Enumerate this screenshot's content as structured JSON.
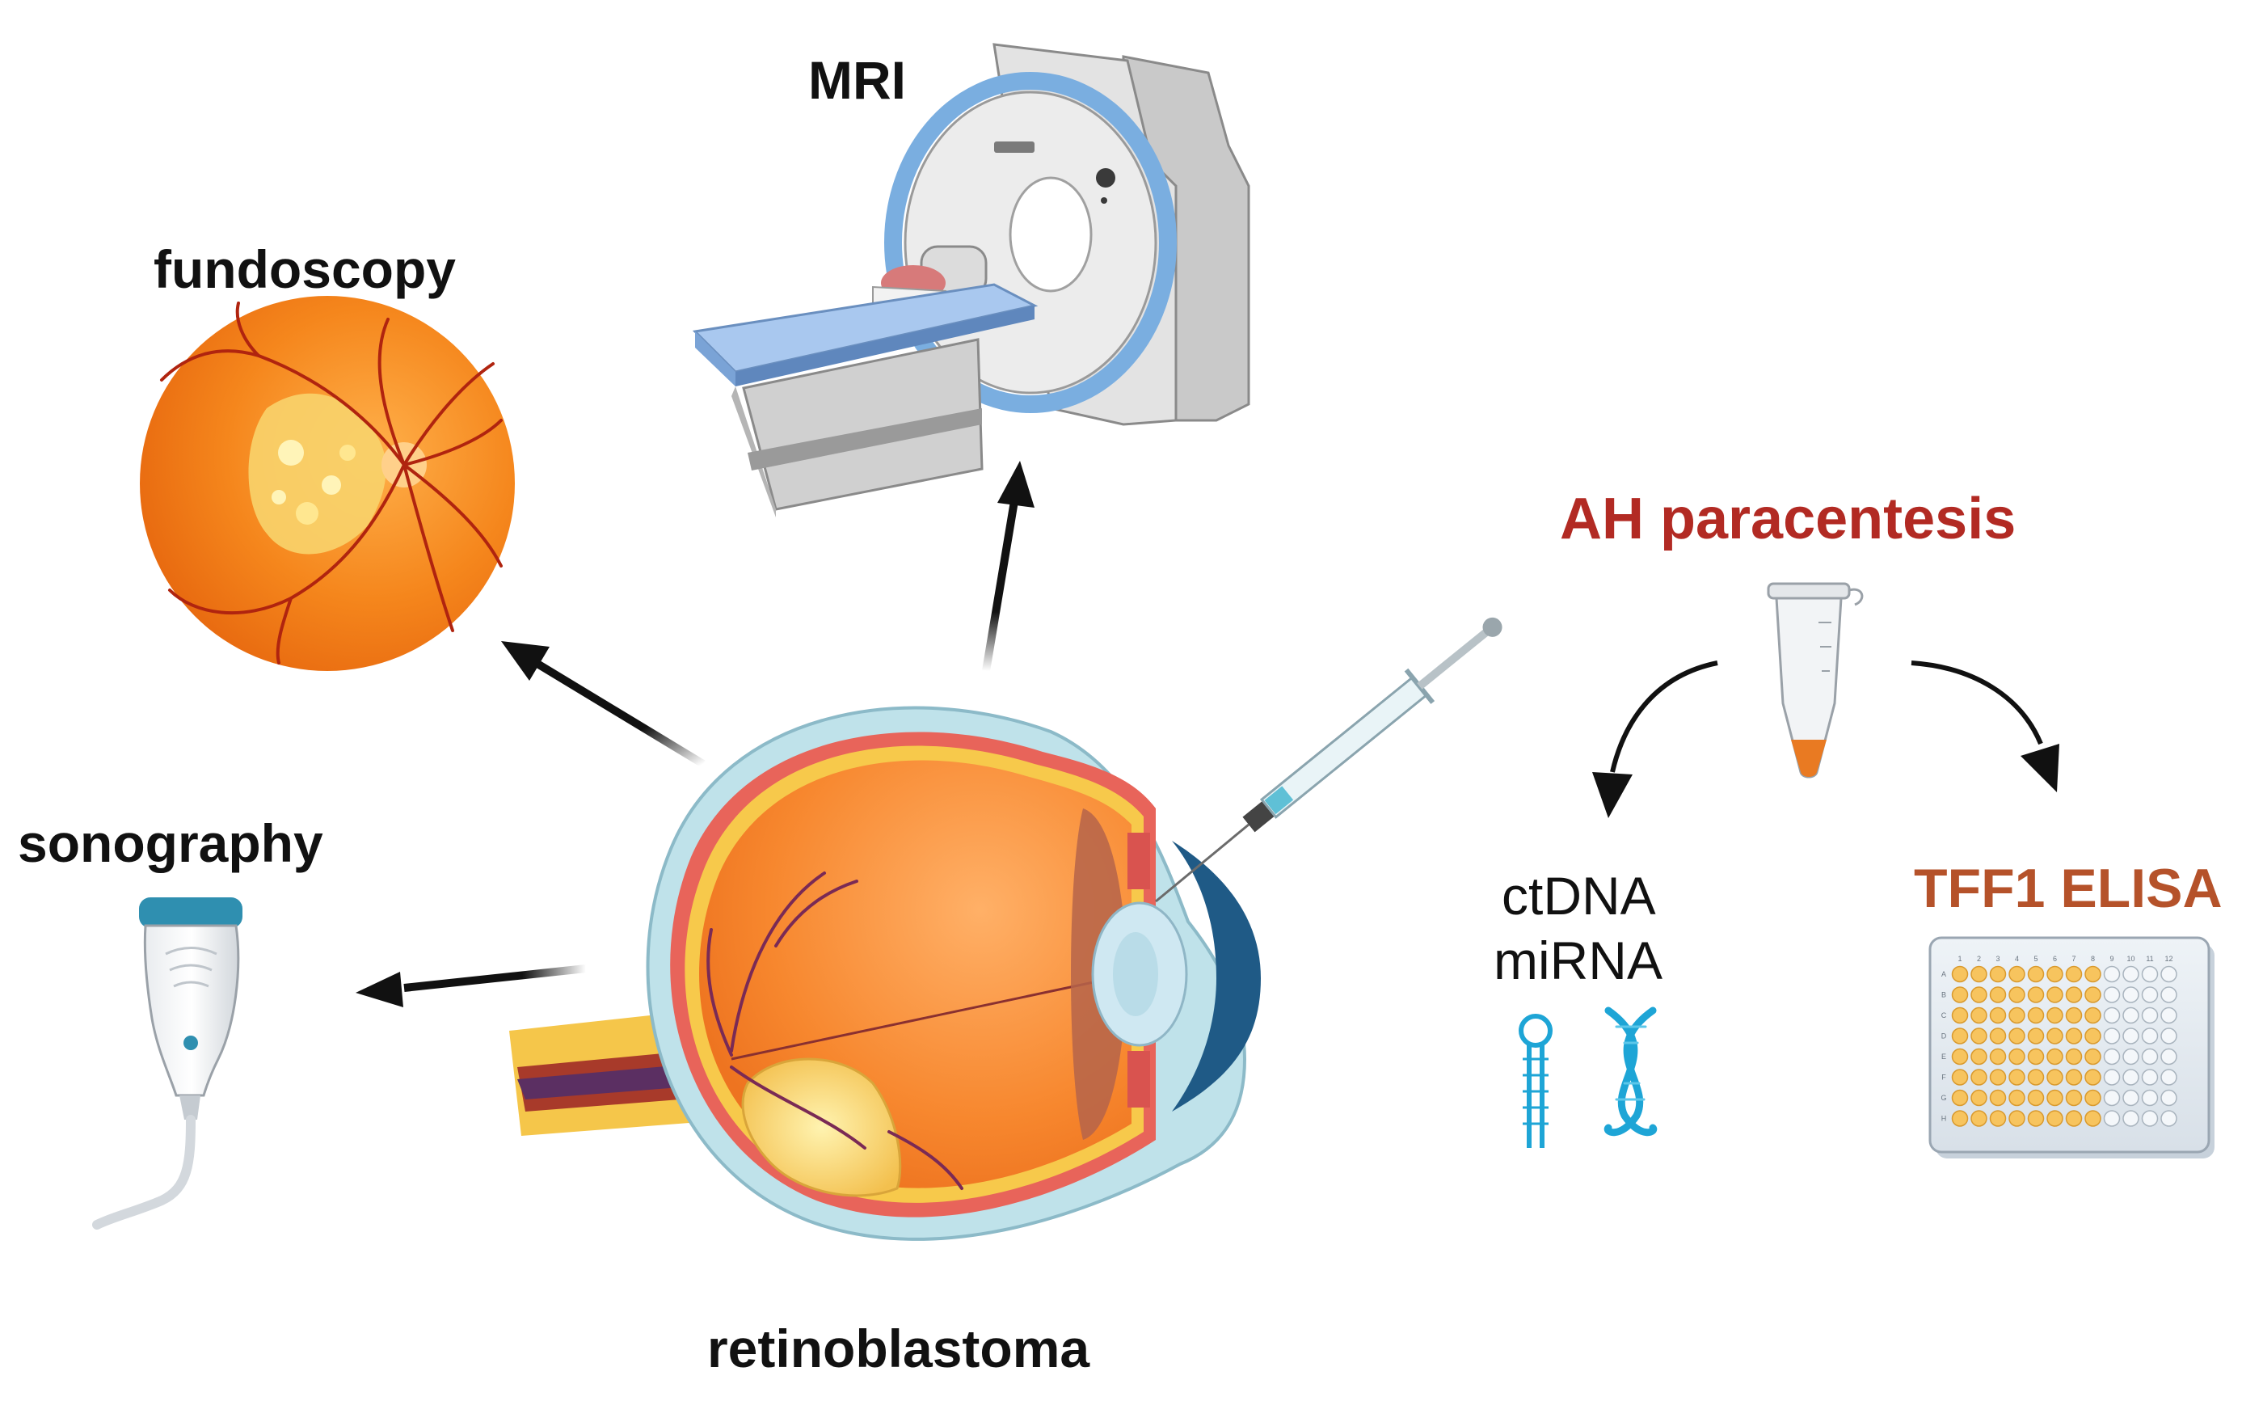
{
  "labels": {
    "fundoscopy": "fundoscopy",
    "mri": "MRI",
    "sonography": "sonography",
    "retinoblastoma": "retinoblastoma",
    "ah_paracentesis": "AH paracentesis",
    "tff1_elisa": "TFF1 ELISA",
    "ctdna": "ctDNA",
    "mirna": "miRNA"
  },
  "plate": {
    "columns": [
      "1",
      "2",
      "3",
      "4",
      "5",
      "6",
      "7",
      "8",
      "9",
      "10",
      "11",
      "12"
    ],
    "rows": [
      "A",
      "B",
      "C",
      "D",
      "E",
      "F",
      "G",
      "H"
    ],
    "filled_columns": 8
  },
  "colors": {
    "accent_red": "#b22a23",
    "tff1": "#b5522a",
    "retina_orange": "#f28a2a",
    "eye_outer": "#bfe2ea",
    "mri_blue": "#7aaee0",
    "probe_blue": "#2f8fb0",
    "dna_blue": "#1ea5d6",
    "arrow": "#111111"
  },
  "icons": [
    "fundus-image",
    "mri-scanner",
    "ultrasound-probe",
    "eye-cross-section",
    "syringe",
    "microtube",
    "mirna-hairpin",
    "dna-helix",
    "elisa-plate"
  ]
}
